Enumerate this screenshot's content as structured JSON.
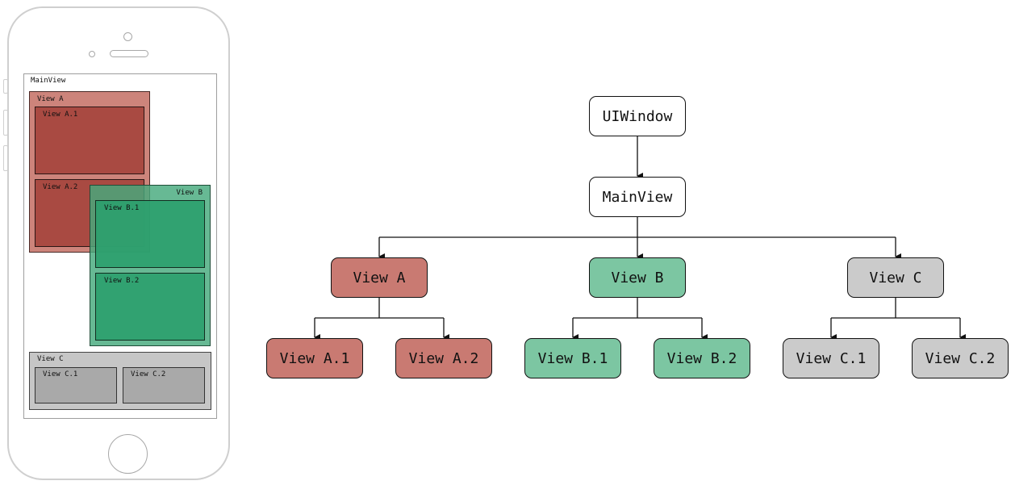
{
  "phone_mockup": {
    "main_view_label": "MainView",
    "view_a": {
      "label": "View A",
      "child_1": "View A.1",
      "child_2": "View A.2"
    },
    "view_b": {
      "label": "View B",
      "child_1": "View B.1",
      "child_2": "View B.2"
    },
    "view_c": {
      "label": "View C",
      "child_1": "View C.1",
      "child_2": "View C.2"
    }
  },
  "hierarchy": {
    "root": "UIWindow",
    "main": "MainView",
    "view_a": {
      "label": "View A",
      "child_1": "View A.1",
      "child_2": "View A.2"
    },
    "view_b": {
      "label": "View B",
      "child_1": "View B.1",
      "child_2": "View B.2"
    },
    "view_c": {
      "label": "View C",
      "child_1": "View C.1",
      "child_2": "View C.2"
    }
  },
  "colors": {
    "view_a": "#c97a72",
    "view_b": "#7cc6a2",
    "view_c": "#cbcbcb"
  }
}
